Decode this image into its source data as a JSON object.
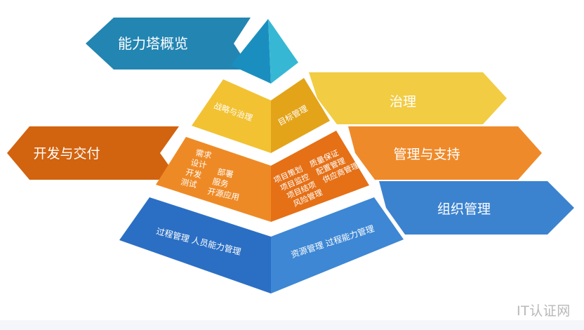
{
  "banners": {
    "overview": "能力塔概览",
    "dev_delivery": "开发与交付",
    "governance": "治理",
    "mgmt_support": "管理与支持",
    "org_mgmt": "组织管理"
  },
  "tiers": {
    "top": {
      "color_left": "#1a8fbf",
      "color_right": "#36b8d4"
    },
    "upper": {
      "left_text": "战略与治理",
      "right_text": "目标管理",
      "color_left": "#f2c233",
      "color_right": "#e3a419"
    },
    "middle": {
      "left_col1": [
        "需求",
        "设计",
        "开发",
        "测试"
      ],
      "left_col2": [
        "部署",
        "服务",
        "开源应用"
      ],
      "right_col1": [
        "项目策划",
        "项目监控",
        "项目结项",
        "风险管理"
      ],
      "right_col2": [
        "质量保证",
        "配置管理",
        "供应商管理"
      ],
      "color_left": "#ee8a26",
      "color_right": "#e57016"
    },
    "bottom": {
      "left_text": "过程管理  人员能力管理",
      "right_text": "资源管理  过程能力管理",
      "color_left": "#2b6fc4",
      "color_right": "#3d87d4"
    }
  },
  "colors": {
    "banner_blue": "#2385b2",
    "banner_orange_dark": "#d2630f",
    "banner_yellow": "#f2cc42",
    "banner_orange": "#ef8a2a",
    "banner_org": "#3c83cf"
  },
  "watermark": "IT认证网"
}
